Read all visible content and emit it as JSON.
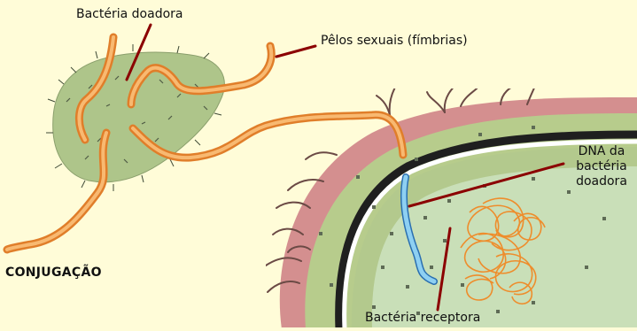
{
  "labels": {
    "donor": "Bactéria doadora",
    "pili": "Pêlos sexuais (fímbrias)",
    "dna_line1": "DNA da",
    "dna_line2": "bactéria",
    "dna_line3": "doadora",
    "receptor": "Bactéria receptora",
    "title": "CONJUGAÇÃO"
  },
  "colors": {
    "background": "#fffcd8",
    "donor_body": "#aec58a",
    "receptor_inner": "#cde3bf",
    "receptor_wall": "#d48f8f",
    "membrane": "#1f1f1f",
    "dna_channel": "#7fc3ea",
    "pilus": "#f4a24a",
    "dna_tangle": "#ee8d2c",
    "pointer": "#8b0000"
  }
}
